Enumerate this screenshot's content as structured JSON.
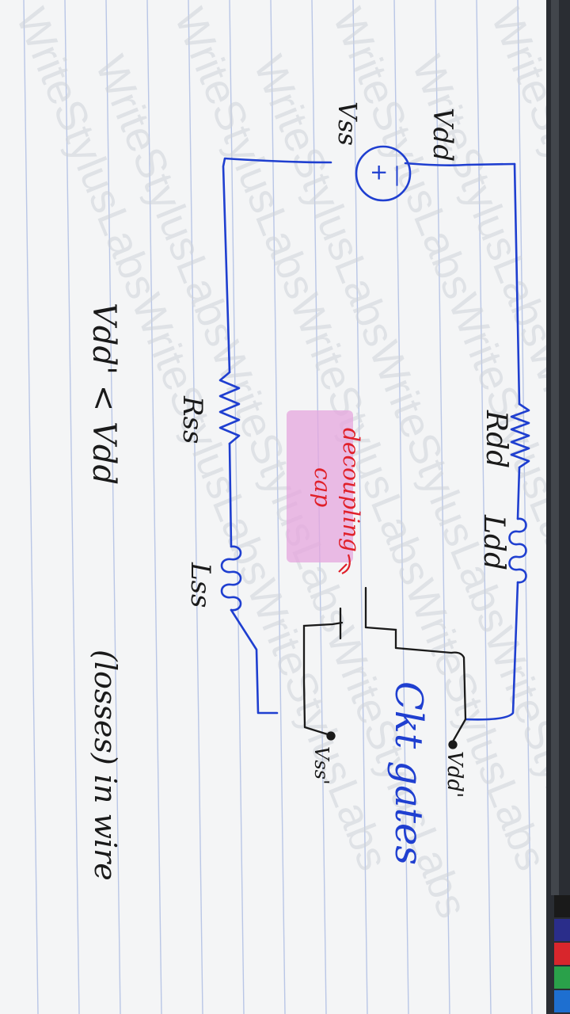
{
  "watermark": "WriteStylusLabs",
  "labels": {
    "vdd": "Vdd",
    "vss": "Vss",
    "source_symbol": "+\n—",
    "rdd": "Rdd",
    "ldd": "Ldd",
    "rss": "Rss",
    "lss": "Lss",
    "decoupling_cap": "decoupling cap",
    "ckt_gates": "Ckt gates",
    "vdd_prime": "Vdd'",
    "vss_prime": "Vss'",
    "relation": "Vdd' < Vdd",
    "losses_note": "(losses) in wire"
  },
  "colors": {
    "ink_blue": "#1f3fd0",
    "ink_black": "#1a1a1a",
    "ink_red": "#e0202a",
    "highlight_pink": "#e5a6dd",
    "paper": "#f4f5f6",
    "ruled_line": "#b9c6e6",
    "frame_dark": "#2a2d33"
  },
  "palette_swatches": [
    "#1a1a1a",
    "#2a2d8a",
    "#d8262c",
    "#2aa14a",
    "#1e6fd0"
  ]
}
